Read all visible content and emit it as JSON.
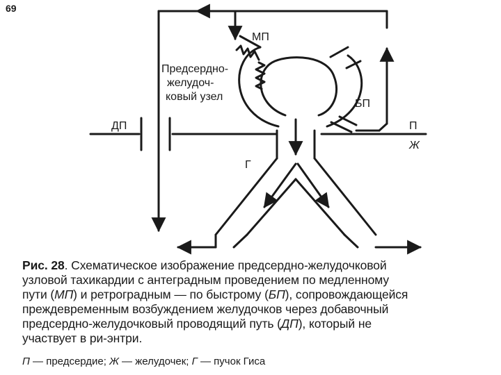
{
  "page_number": "69",
  "diagram": {
    "labels": {
      "slow_path": "МП",
      "fast_path": "БП",
      "node_line1": "Предсердно-",
      "node_line2": "желудоч-",
      "node_line3": "ковый узел",
      "accessory_path": "ДП",
      "his_bundle": "Г",
      "atrium": "П",
      "ventricle": "Ж"
    }
  },
  "caption": {
    "figure_label": "Рис. 28",
    "line1_rest": ". Схематическое изображение предсердно-желудочковой",
    "line2": "узловой тахикардии с антеградным проведением по медленному",
    "line3_a": "пути (",
    "line3_mp": "МП",
    "line3_b": ") и ретроградным — по быстрому (",
    "line3_bp": "БП",
    "line3_c": "), сопровождающейся",
    "line4": "преждевременным возбуждением желудочков через добавочный",
    "line5_a": "предсердно-желудочковый проводящий путь (",
    "line5_dp": "ДП",
    "line5_b": "), который не",
    "line6": "участвует в ри-энтри."
  },
  "legend": {
    "p_symbol": "П",
    "p_text": " — предсердие; ",
    "zh_symbol": "Ж",
    "zh_text": " — желудочек; ",
    "g_symbol": "Г",
    "g_text": " — пучок Гиса"
  }
}
